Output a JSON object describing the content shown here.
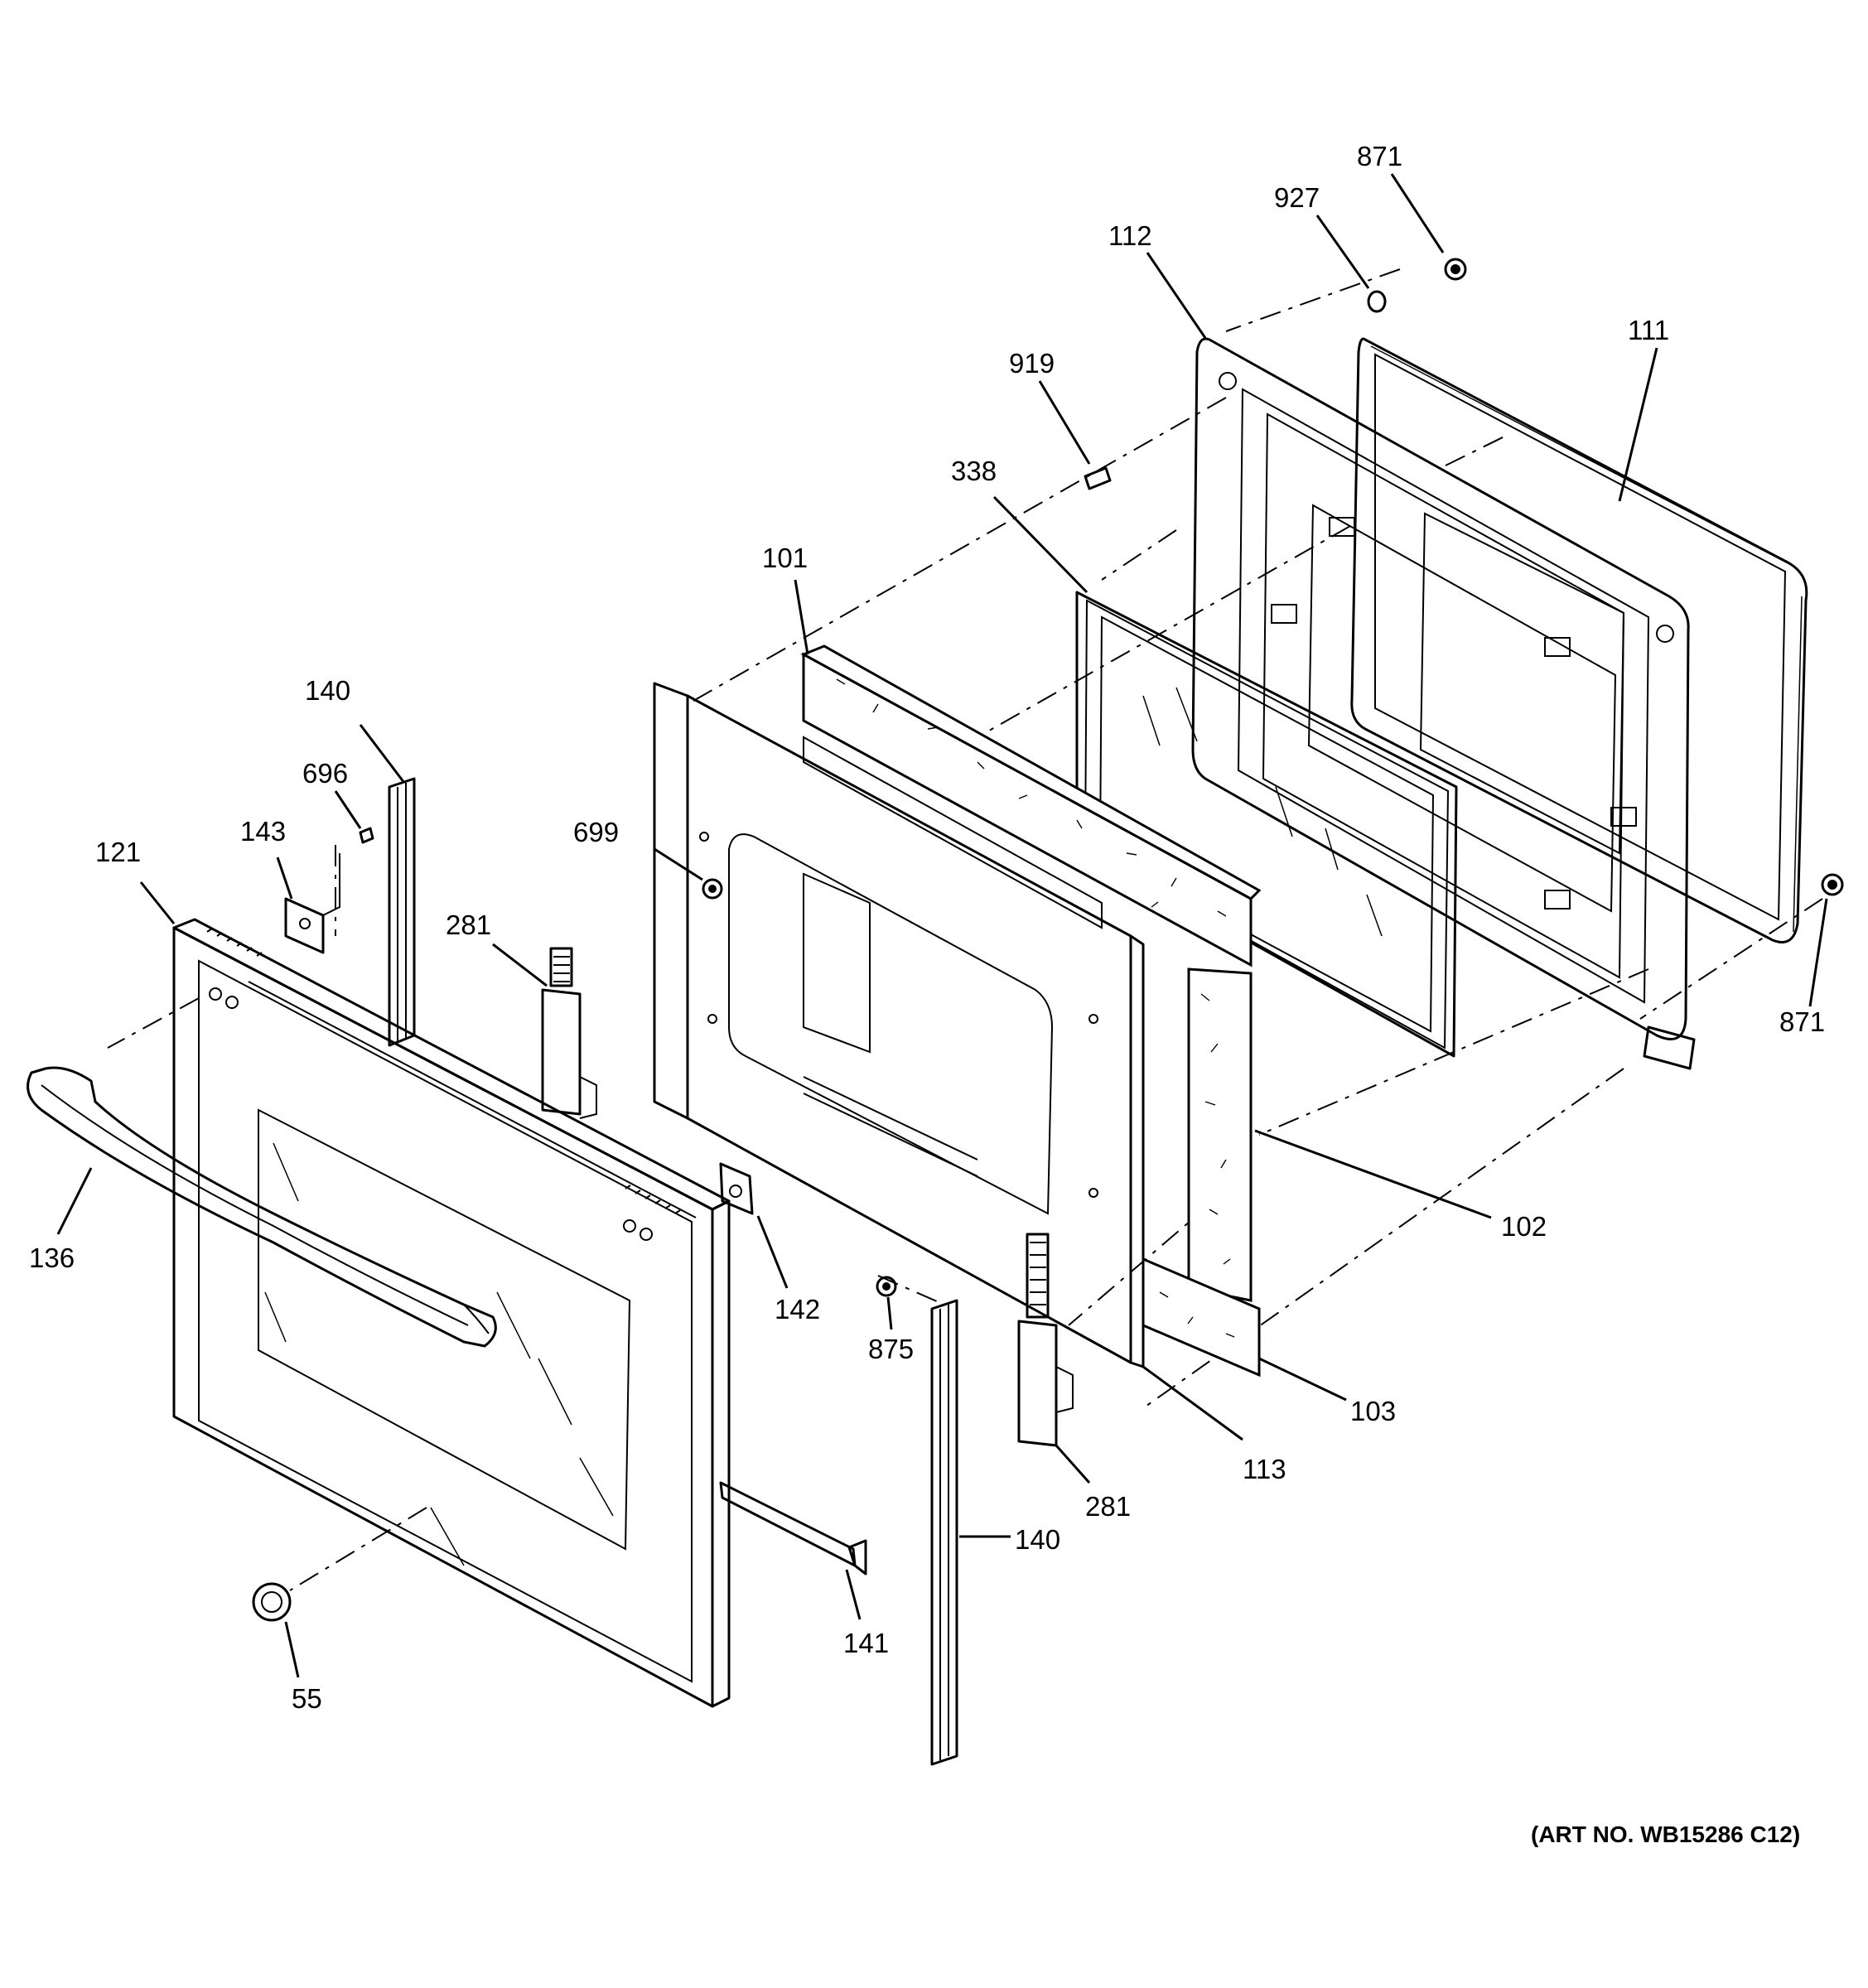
{
  "callouts": {
    "c871_top": "871",
    "c927": "927",
    "c112": "112",
    "c111": "111",
    "c919": "919",
    "c338": "338",
    "c101": "101",
    "c140_top": "140",
    "c696": "696",
    "c143": "143",
    "c121": "121",
    "c699": "699",
    "c281_top": "281",
    "c871_right": "871",
    "c136": "136",
    "c102": "102",
    "c142": "142",
    "c875": "875",
    "c103": "103",
    "c113": "113",
    "c281_bottom": "281",
    "c140_bottom": "140",
    "c141": "141",
    "c55": "55"
  },
  "art_number": "(ART NO. WB15286 C12)"
}
